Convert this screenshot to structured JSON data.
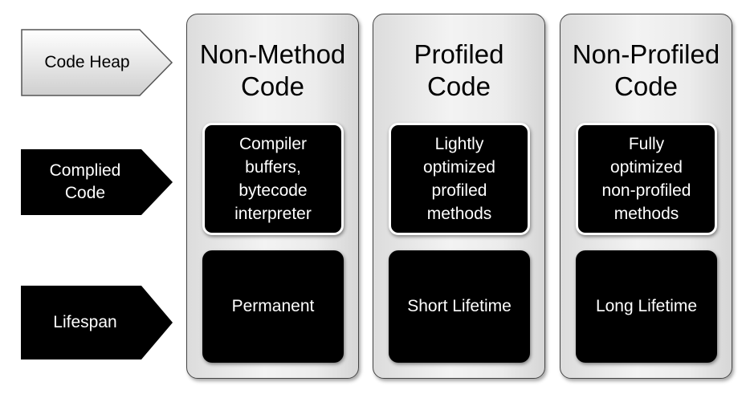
{
  "rows": {
    "code_heap": "Code Heap",
    "compiled_code": "Complied\nCode",
    "lifespan": "Lifespan"
  },
  "columns": [
    {
      "title": "Non-Method\nCode",
      "compiled_code": "Compiler\nbuffers,\nbytecode\ninterpreter",
      "lifespan": "Permanent"
    },
    {
      "title": "Profiled\nCode",
      "compiled_code": "Lightly\noptimized\nprofiled\nmethods",
      "lifespan": "Short Lifetime"
    },
    {
      "title": "Non-Profiled\nCode",
      "compiled_code": "Fully\noptimized\nnon-profiled\nmethods",
      "lifespan": "Long Lifetime"
    }
  ],
  "colors": {
    "row_header_light": "#d9d9d9",
    "row_header_dark": "#000000",
    "column_border": "#444444",
    "box_fill": "#000000",
    "box_text": "#ffffff"
  }
}
